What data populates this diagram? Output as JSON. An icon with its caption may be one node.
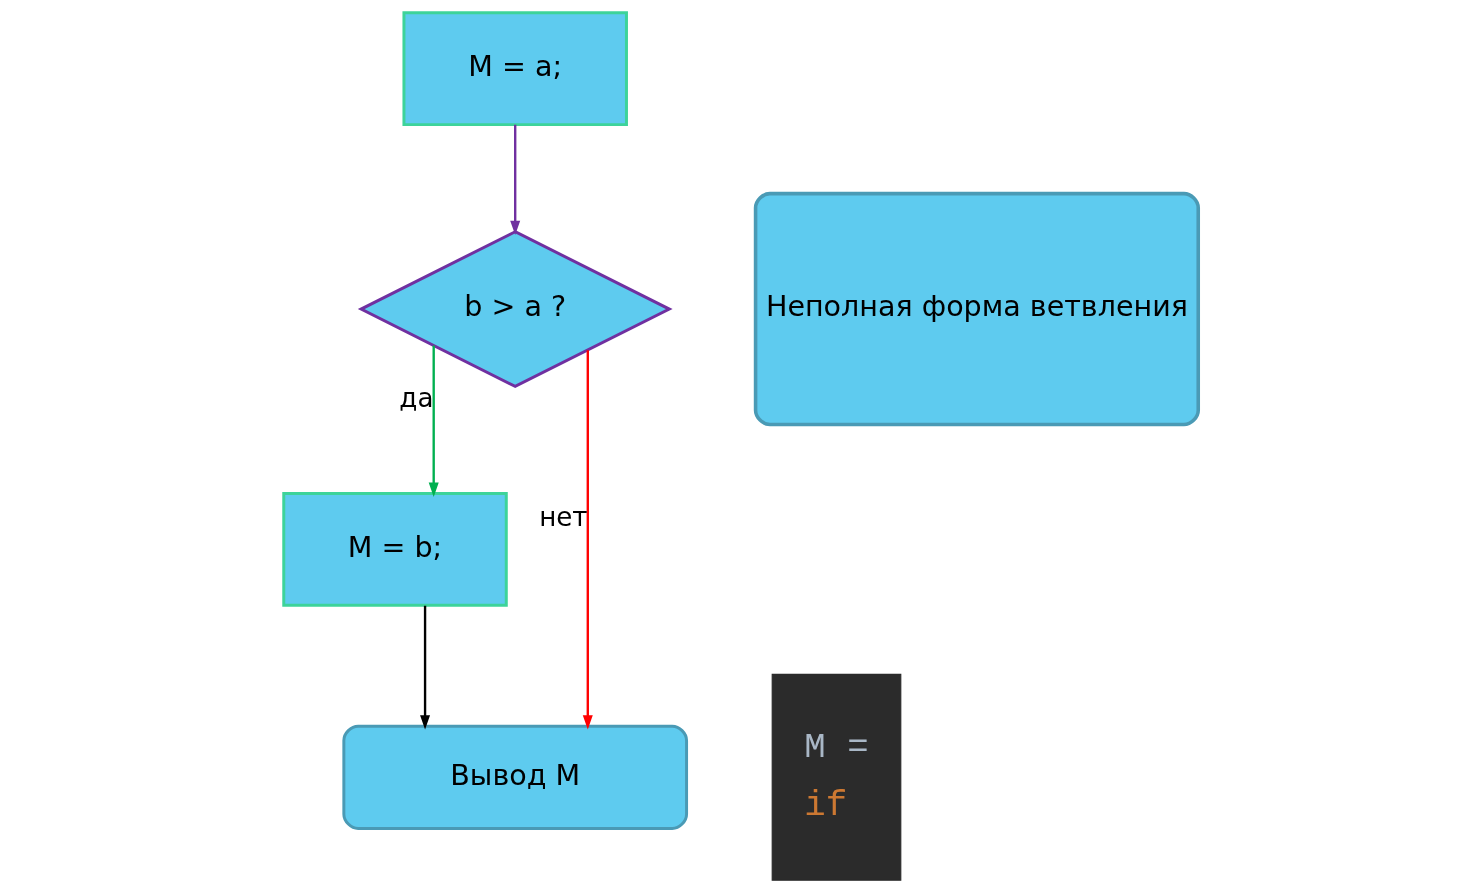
{
  "diagram": {
    "nodes": [
      {
        "text": [
          "M = a;"
        ]
      },
      {
        "text": [
          "b > a ?"
        ]
      },
      {
        "text": [
          "M = b;"
        ]
      },
      {
        "text": [
          "Вывод M"
        ]
      },
      {
        "text": [
          "Неполная форма ветвления"
        ]
      },
      {
        "text": [
          "M =",
          "if"
        ]
      }
    ],
    "edges": [
      {
        "from": 0,
        "to": 1,
        "arrow": "to",
        "color": "#7030a0"
      },
      {
        "from": 1,
        "to": 2,
        "arrow": "to",
        "label": "да",
        "color": "#00b050"
      },
      {
        "from": 1,
        "to": 3,
        "arrow": "to",
        "label": "нет",
        "color": "#ff0000"
      },
      {
        "from": 2,
        "to": 3,
        "arrow": "to",
        "color": "#000000"
      }
    ]
  }
}
